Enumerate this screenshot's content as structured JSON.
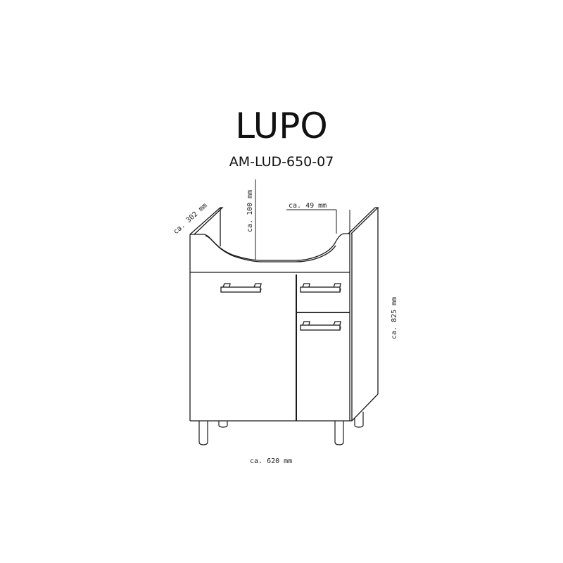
{
  "product": {
    "name": "LUPO",
    "code": "AM-LUD-650-07"
  },
  "dimensions": {
    "depth": "ca. 302 mm",
    "sink_depth": "ca. 100 mm",
    "rim": "ca. 49 mm",
    "height": "ca. 825 mm",
    "width": "ca. 620 mm"
  },
  "components": {
    "left_door": "door",
    "right_top": "drawer",
    "right_bottom": "door",
    "legs": 4
  },
  "colors": {
    "line": "#1a1a1a",
    "background": "#ffffff"
  }
}
